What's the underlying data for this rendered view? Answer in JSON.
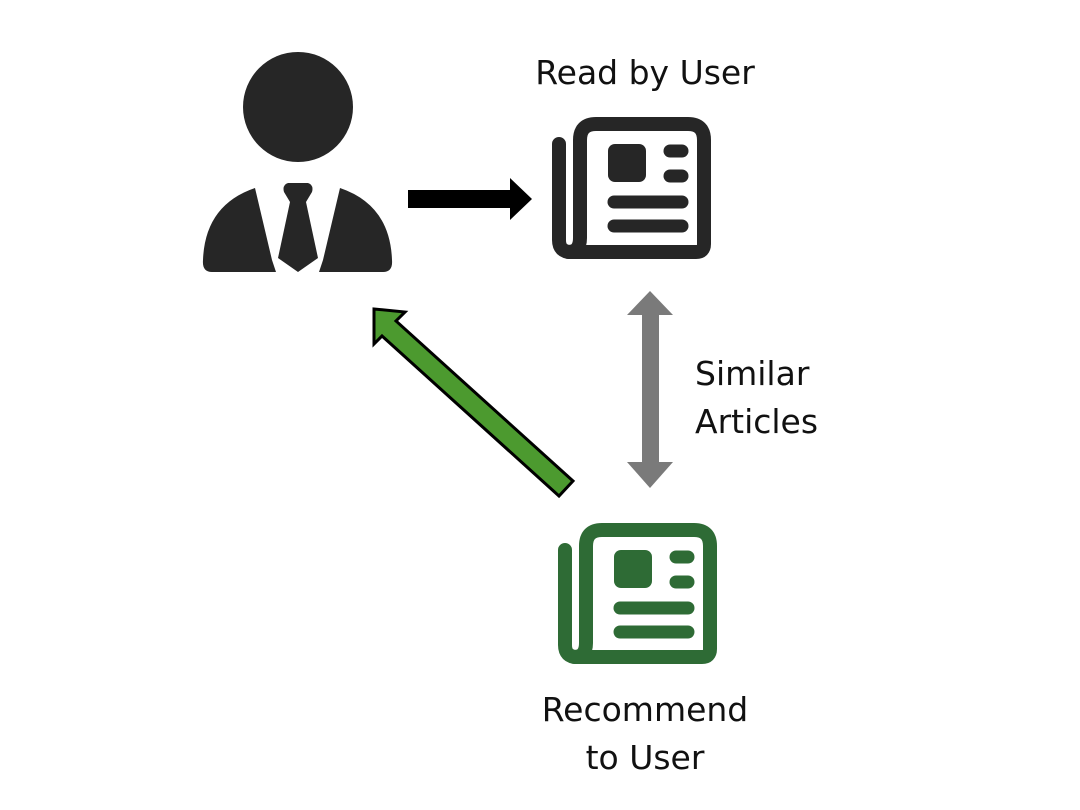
{
  "diagram": {
    "title": "",
    "nodes": [
      {
        "id": "user",
        "label": "",
        "icon": "user-icon",
        "color": "#262626"
      },
      {
        "id": "read_article",
        "label": "Read by User",
        "icon": "newspaper-icon",
        "color": "#262626"
      },
      {
        "id": "recommended_article",
        "label_lines": [
          "Recommend",
          "to User"
        ],
        "icon": "newspaper-icon",
        "color": "#2e6b35"
      }
    ],
    "edges": [
      {
        "from": "user",
        "to": "read_article",
        "style": "solid-arrow",
        "color": "#000000",
        "label": ""
      },
      {
        "from": "read_article",
        "to": "recommended_article",
        "style": "double-arrow",
        "color": "#7a7a7a",
        "label_lines": [
          "Similar",
          "Articles"
        ]
      },
      {
        "from": "recommended_article",
        "to": "user",
        "style": "outlined-arrow",
        "color": "#4c9a2f",
        "label": ""
      }
    ]
  }
}
